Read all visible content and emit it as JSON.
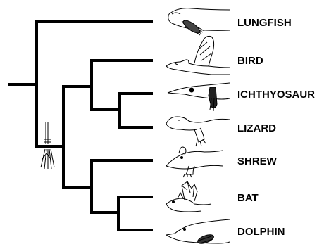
{
  "taxa": [
    {
      "label": "LUNGFISH",
      "icon": "lungfish-icon"
    },
    {
      "label": "BIRD",
      "icon": "bird-icon"
    },
    {
      "label": "ICHTHYOSAUR",
      "icon": "ichthyosaur-icon"
    },
    {
      "label": "LIZARD",
      "icon": "lizard-icon"
    },
    {
      "label": "SHREW",
      "icon": "shrew-icon"
    },
    {
      "label": "BAT",
      "icon": "bat-icon"
    },
    {
      "label": "DOLPHIN",
      "icon": "dolphin-icon"
    }
  ],
  "tree": [
    "LUNGFISH",
    [
      [
        "BIRD",
        [
          "ICHTHYOSAUR",
          "LIZARD"
        ]
      ],
      [
        "SHREW",
        [
          "BAT",
          "DOLPHIN"
        ]
      ]
    ]
  ],
  "line_color": "#000000",
  "marker_icon": "limb-origin-icon"
}
